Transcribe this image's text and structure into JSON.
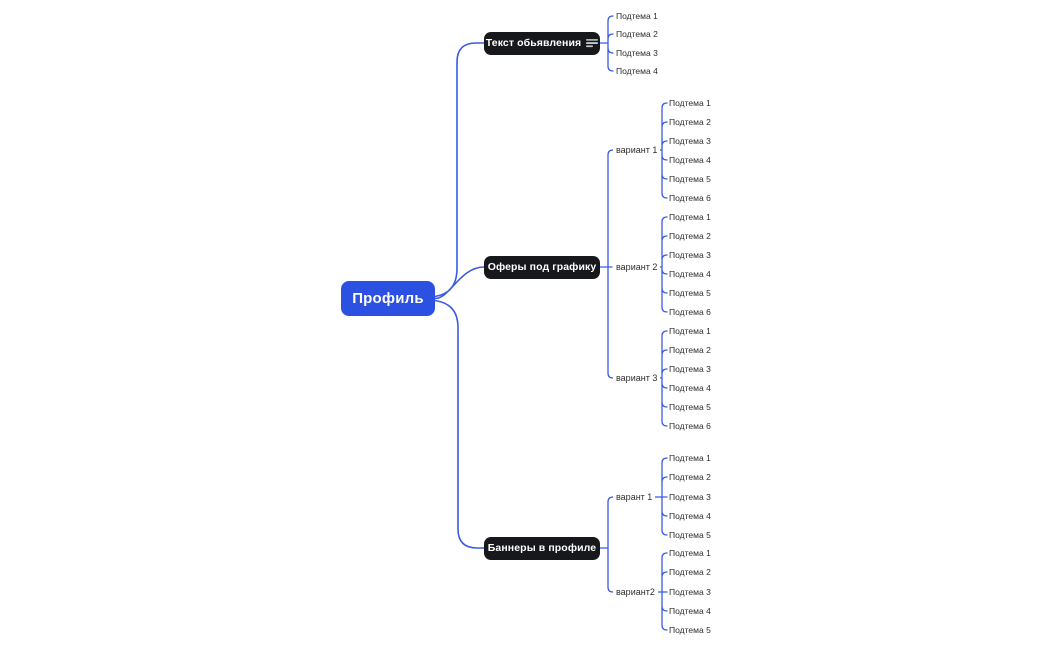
{
  "colors": {
    "root_fill": "#2b50e2",
    "root_text": "#ffffff",
    "branch_fill": "#17181c",
    "branch_text": "#ffffff",
    "connector": "#3a5ae6",
    "small_text": "#2d2d2d",
    "background": "#ffffff",
    "icon_lines": "#dfe3ea"
  },
  "mindmap": {
    "root": {
      "label": "Профиль"
    },
    "branches": [
      {
        "label": "Текст обьявления",
        "icon": "notes-icon",
        "children": [
          {
            "label": "Подтема 1"
          },
          {
            "label": "Подтема 2"
          },
          {
            "label": "Подтема 3"
          },
          {
            "label": "Подтема 4"
          }
        ]
      },
      {
        "label": "Оферы под графику",
        "children": [
          {
            "label": "вариант 1",
            "children": [
              {
                "label": "Подтема 1"
              },
              {
                "label": "Подтема 2"
              },
              {
                "label": "Подтема 3"
              },
              {
                "label": "Подтема 4"
              },
              {
                "label": "Подтема 5"
              },
              {
                "label": "Подтема 6"
              }
            ]
          },
          {
            "label": "вариант 2",
            "children": [
              {
                "label": "Подтема 1"
              },
              {
                "label": "Подтема 2"
              },
              {
                "label": "Подтема 3"
              },
              {
                "label": "Подтема 4"
              },
              {
                "label": "Подтема 5"
              },
              {
                "label": "Подтема 6"
              }
            ]
          },
          {
            "label": "вариант 3",
            "children": [
              {
                "label": "Подтема 1"
              },
              {
                "label": "Подтема 2"
              },
              {
                "label": "Подтема 3"
              },
              {
                "label": "Подтема 4"
              },
              {
                "label": "Подтема 5"
              },
              {
                "label": "Подтема 6"
              }
            ]
          }
        ]
      },
      {
        "label": "Баннеры в профиле",
        "children": [
          {
            "label": "варант 1",
            "children": [
              {
                "label": "Подтема 1"
              },
              {
                "label": "Подтема 2"
              },
              {
                "label": "Подтема 3"
              },
              {
                "label": "Подтема 4"
              },
              {
                "label": "Подтема 5"
              }
            ]
          },
          {
            "label": "вариант2",
            "children": [
              {
                "label": "Подтема 1"
              },
              {
                "label": "Подтема 2"
              },
              {
                "label": "Подтема 3"
              },
              {
                "label": "Подтема 4"
              },
              {
                "label": "Подтема 5"
              }
            ]
          }
        ]
      }
    ]
  }
}
